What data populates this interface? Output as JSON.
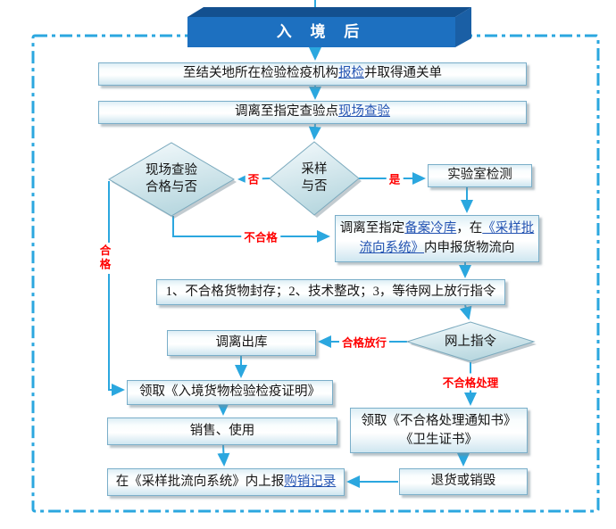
{
  "banner": {
    "title": "入 境 后"
  },
  "colors": {
    "arrow": "#2BA7DF",
    "red": "#FF0000",
    "link": "#2353B2"
  },
  "boxes": {
    "declare": {
      "pre": "至结关地所在检验检疫机构",
      "link": "报检",
      "post": "并取得通关单"
    },
    "move_inspect": {
      "pre": "调离至指定查验点",
      "link": "现场查验"
    },
    "lab": {
      "label": "实验室检测"
    },
    "cold": {
      "seg1": "调离至指定",
      "link1": "备案冷库",
      "seg2": "，在",
      "link2": "《采样批流向系统》",
      "seg3": "内申报货物流向"
    },
    "steps": {
      "label": "1、不合格货物封存；2、技术整改；3，等待网上放行指令"
    },
    "out": {
      "label": "调离出库"
    },
    "cert": {
      "label": "领取《入境货物检验检疫证明》"
    },
    "sale": {
      "label": "销售、使用"
    },
    "notice": {
      "line1": "领取《不合格处理通知书》",
      "line2": "《卫生证书》"
    },
    "report": {
      "pre": "在《采样批流向系统》内上报",
      "link": "购销记录"
    },
    "return": {
      "label": "退货或销毁"
    }
  },
  "diamonds": {
    "site_check": {
      "line1": "现场查验",
      "line2": "合格与否"
    },
    "sampling": {
      "line1": "采样",
      "line2": "与否"
    },
    "online_order": {
      "label": "网上指令"
    }
  },
  "edge_labels": {
    "no": "否",
    "yes": "是",
    "fail": "不合格",
    "pass": "合格",
    "pass_release": "合格放行",
    "fail_handle": "不合格处理"
  }
}
